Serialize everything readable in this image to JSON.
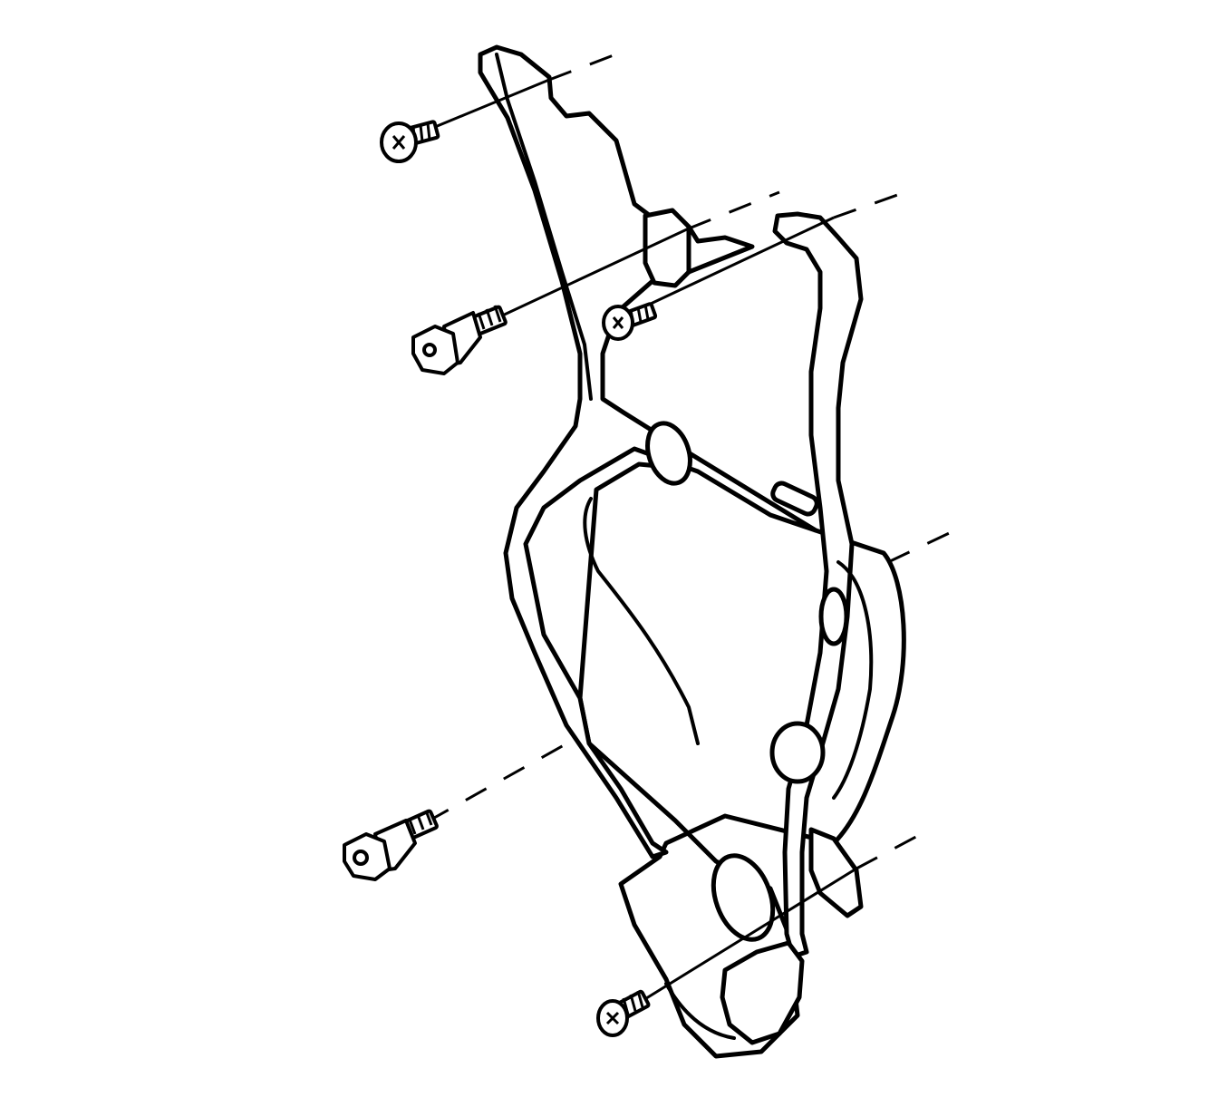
{
  "diagram": {
    "kind": "exploded-view line drawing",
    "labels": [],
    "colors": {
      "line": "#000000",
      "background": "#ffffff"
    },
    "parts": [
      "bracket-frame",
      "upper-left-screw",
      "upper-center-stud",
      "upper-right-screw",
      "lower-left-stud",
      "lower-right-screw"
    ]
  }
}
